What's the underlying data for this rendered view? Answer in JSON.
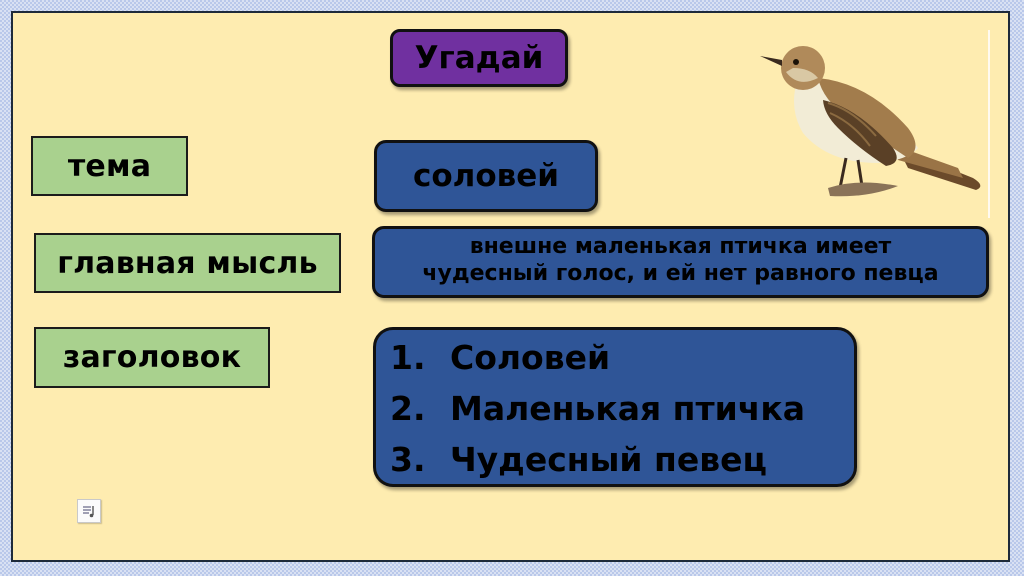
{
  "slide": {
    "title_button": "Угадай",
    "labels": [
      {
        "id": "theme",
        "text": "тема"
      },
      {
        "id": "main-idea",
        "text": "главная мысль"
      },
      {
        "id": "heading",
        "text": "заголовок"
      }
    ],
    "answers": {
      "theme": "соловей",
      "main_idea_lines": [
        "внешне маленькая птичка имеет",
        "чудесный голос, и ей нет равного певца"
      ],
      "headings": [
        {
          "num": "1.",
          "text": "Соловей"
        },
        {
          "num": "2.",
          "text": "Маленькая птичка"
        },
        {
          "num": "3.",
          "text": "Чудесный певец"
        }
      ]
    },
    "image": {
      "icon": "nightingale-bird-illustration"
    },
    "audio_icon": "sound-note-icon",
    "colors": {
      "background": "#feecb0",
      "frame": "#b9c8ea",
      "label_green": "#a9d18e",
      "answer_blue": "#2f5597",
      "title_purple": "#7030a0"
    }
  }
}
